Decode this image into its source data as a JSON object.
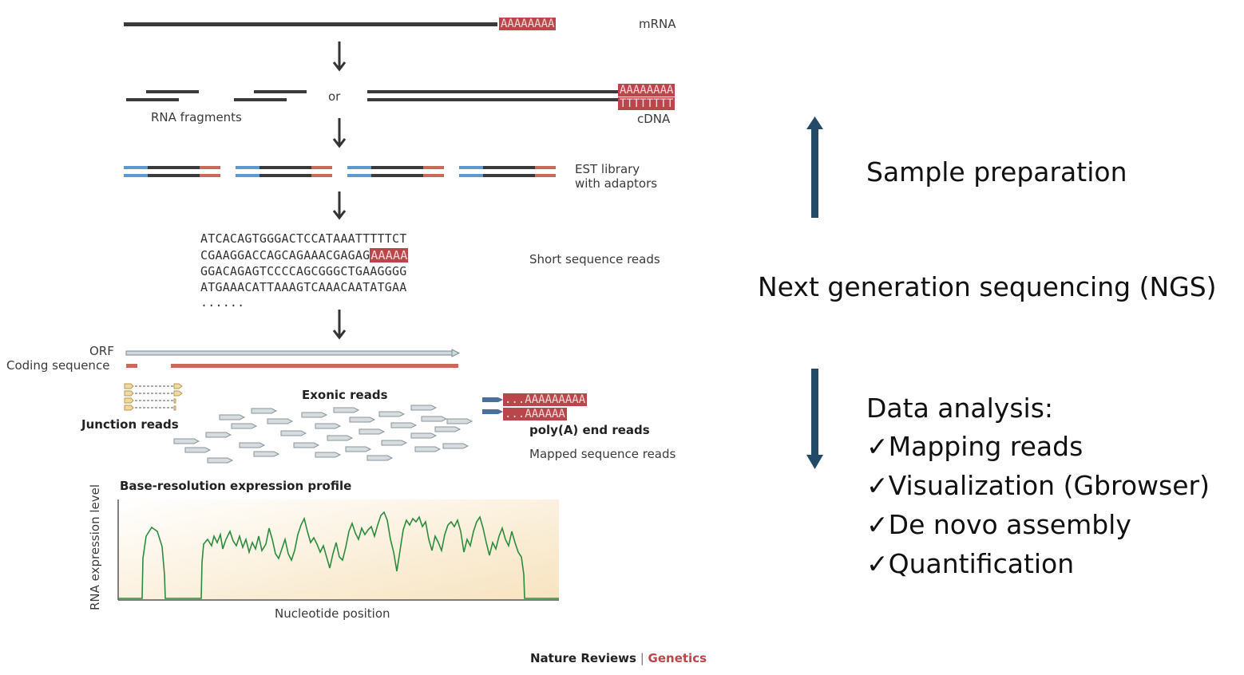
{
  "figure": {
    "mrna": {
      "label": "mRNA",
      "polya": "AAAAAAAA"
    },
    "fragments": {
      "or_label": "or",
      "rna_label": "RNA fragments",
      "cdna_label": "cDNA",
      "cdna_top": "AAAAAAAA",
      "cdna_bottom": "TTTTTTTT"
    },
    "est": {
      "line1": "EST library",
      "line2": "with adaptors"
    },
    "reads": {
      "label": "Short sequence reads",
      "seq1": "ATCACAGTGGGACTCCATAAATTTTTCT",
      "seq2": "CGAAGGACCAGCAGAAACGAGAG",
      "seq2_tail": "AAAAA",
      "seq3": "GGACAGAGTCCCCAGCGGGCTGAAGGGG",
      "seq4": "ATGAAACATTAAAGTCAAACAATATGAA",
      "seq5": "......"
    },
    "mapping": {
      "orf": "ORF",
      "coding": "Coding sequence",
      "junction": "Junction reads",
      "exonic": "Exonic reads",
      "polya_reads": "poly(A) end reads",
      "mapped": "Mapped sequence reads",
      "polya_seq1": "...AAAAAAAAA",
      "polya_seq2": "...AAAAAA"
    },
    "profile": {
      "title": "Base-resolution expression profile",
      "ylabel": "RNA expression level",
      "xlabel": "Nucleotide position"
    },
    "credit": {
      "journal": "Nature Reviews",
      "sep": "|",
      "section": "Genetics"
    }
  },
  "annotations": {
    "sample_prep": "Sample preparation",
    "ngs": "Next generation sequencing (NGS)",
    "analysis_title": "Data analysis:",
    "steps": [
      "Mapping reads",
      "Visualization (Gbrowser)",
      "De novo assembly",
      "Quantification"
    ],
    "check": "✓"
  },
  "colors": {
    "arrow": "#234a66",
    "red": "#b8464a",
    "blue": "#5a9ad0",
    "green": "#2e8b3e",
    "dark": "#3a3a3a"
  }
}
